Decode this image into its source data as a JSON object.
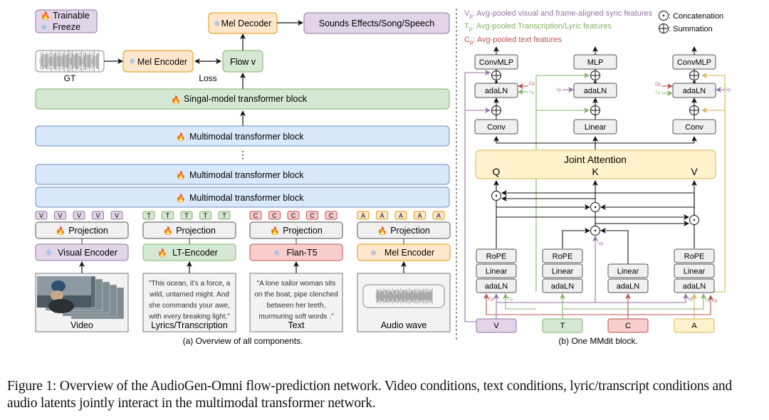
{
  "legend": {
    "trainable": "Trainable",
    "freeze": "Freeze",
    "trainable_icon": "fire-icon",
    "freeze_icon": "snowflake-icon"
  },
  "overview": {
    "gt_label": "GT",
    "mel_encoder_top": "Mel Encoder",
    "loss_label": "Loss",
    "flow_v": "Flow v",
    "mel_decoder": "Mel Decoder",
    "output": "Sounds Effects/Song/Speech",
    "single_block": "Singal-model transformer block",
    "mm_blocks": [
      "Multimodal transformer block",
      "Multimodal transformer block",
      "Multimodal transformer block"
    ],
    "ellipsis": "⋮",
    "branches": [
      {
        "token": "V",
        "projection": "Projection",
        "encoder": "Visual Encoder",
        "encoder_state": "freeze",
        "input_label": "Video",
        "input_text": ""
      },
      {
        "token": "T",
        "projection": "Projection",
        "encoder": "LT-Encoder",
        "encoder_state": "trainable",
        "input_label": "Lyrics/Transcription",
        "input_text": [
          "\"This ocean, it’s a force, a",
          "wild, untamed might. And",
          "she commands your awe,",
          "with every breaking light.\""
        ]
      },
      {
        "token": "C",
        "projection": "Projection",
        "encoder": "Flan-T5",
        "encoder_state": "freeze",
        "input_label": "Text",
        "input_text": [
          "\"A lone sailor woman sits",
          "on the boat, pipe clenched",
          "between her teeth,",
          "murmuring soft words .\""
        ]
      },
      {
        "token": "A",
        "projection": "Projection",
        "encoder": "Mel Encoder",
        "encoder_state": "freeze",
        "input_label": "Audio wave",
        "input_text": ""
      }
    ],
    "subcaption": "(a) Overview of all components."
  },
  "mmdit": {
    "legend": {
      "vp": {
        "sym": "V",
        "sub": "p",
        "text": ": Avg-pooled visual and frame-aligned sync features"
      },
      "tp": {
        "sym": "T",
        "sub": "p",
        "text": ": Avg-pooled Transcription/Lyric features"
      },
      "cp": {
        "sym": "C",
        "sub": "p",
        "text": ": Avg-pooled text features"
      },
      "concat": ": Concatenation",
      "sum": ": Summation"
    },
    "top_boxes": [
      "ConvMLP",
      "MLP",
      "ConvMLP"
    ],
    "adaln": "adaLN",
    "mid_boxes": [
      "Conv",
      "Linear",
      "Conv"
    ],
    "joint_attention": "Joint Attention",
    "qkv": [
      "Q",
      "K",
      "V"
    ],
    "stacks": [
      [
        "RoPE",
        "Linear",
        "adaLN"
      ],
      [
        "RoPE",
        "Linear",
        "adaLN"
      ],
      [
        "Linear",
        "adaLN"
      ],
      [
        "RoPE",
        "Linear",
        "adaLN"
      ]
    ],
    "inputs": [
      "V",
      "T",
      "C",
      "A"
    ],
    "small_labels": {
      "vp": "Vp",
      "tp": "Tp",
      "cp": "Cp"
    },
    "subcaption": "(b) One MMdit block."
  },
  "caption": "Figure 1: Overview of the AudioGen-Omni flow-prediction network. Video conditions, text conditions, lyric/transcript conditions and audio latents jointly interact in the multimodal transformer network.",
  "colors": {
    "purple_fill": "#e1d5e7",
    "purple_stroke": "#9673a6",
    "green_fill": "#d5e8d4",
    "green_stroke": "#82b366",
    "red_fill": "#f8cecc",
    "red_stroke": "#b85450",
    "orange_fill": "#ffe6cc",
    "orange_stroke": "#d79b00",
    "blue_fill": "#dae8fc",
    "blue_stroke": "#6c8ebf",
    "yellow_fill": "#fff2cc",
    "yellow_stroke": "#d6b656",
    "gray_fill": "#f0f0f0",
    "gray_stroke": "#555555"
  }
}
